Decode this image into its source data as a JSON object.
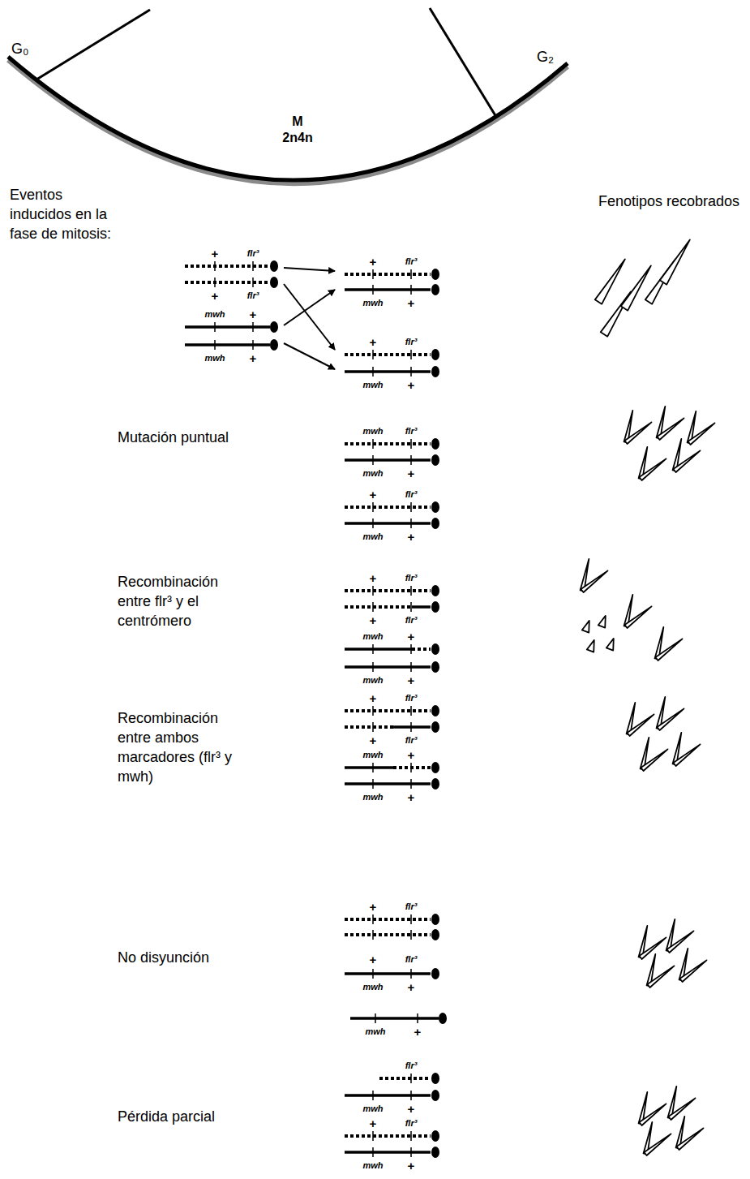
{
  "diagram": {
    "labels": [
      "G₀",
      "M",
      "2n4n",
      "G₂",
      "Eventos inducidos en la fase de mitosis:",
      "Fenotipos recobrados",
      "+",
      "flr³",
      "+",
      "flr³",
      "mwh",
      "+",
      "mwh",
      "+",
      "+",
      "flr³",
      "mwh",
      "+",
      "+",
      "flr³",
      "mwh",
      "+",
      "Mutación puntual",
      "mwh",
      "flr³",
      "mwh",
      "+",
      "+",
      "flr³",
      "mwh",
      "+",
      "Recombinación entre flr³ y el centrómero",
      "+",
      "flr³",
      "+",
      "flr³",
      "mwh",
      "+",
      "mwh",
      "+",
      "Recombinación entre ambos marcadores (flr³ y mwh)",
      "+",
      "flr³",
      "+",
      "flr³",
      "mwh",
      "+",
      "mwh",
      "+",
      "No disyunción",
      "+",
      "flr³",
      "+",
      "flr³",
      "mwh",
      "+",
      "mwh",
      "+",
      "Pérdida parcial",
      "flr³",
      "mwh",
      "+",
      "+",
      "flr³",
      "mwh",
      "+"
    ]
  }
}
